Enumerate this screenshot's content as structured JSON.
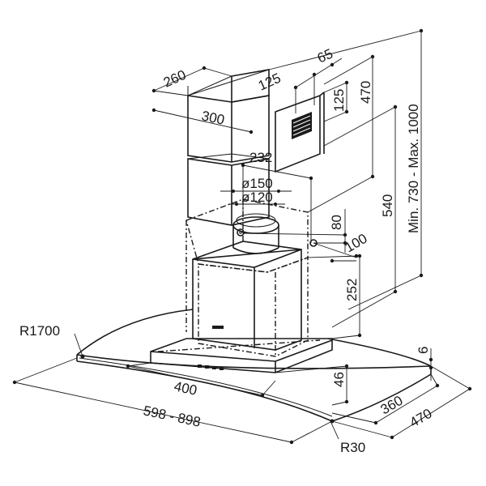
{
  "diagram": {
    "labels": {
      "w260": "260",
      "w300": "300",
      "d125a": "125",
      "d65": "65",
      "d125b": "125",
      "h470": "470",
      "d232": "232",
      "d150": "ø150",
      "d120": "ø120",
      "h80": "80",
      "h540": "540",
      "h100": "100",
      "h252": "252",
      "hmin": "Min. 730 - Max. 1000",
      "r1700": "R1700",
      "w400": "400",
      "h46": "46",
      "h6": "6",
      "w598": "598 - 898",
      "d360": "360",
      "d470": "470",
      "r30": "R30"
    }
  }
}
